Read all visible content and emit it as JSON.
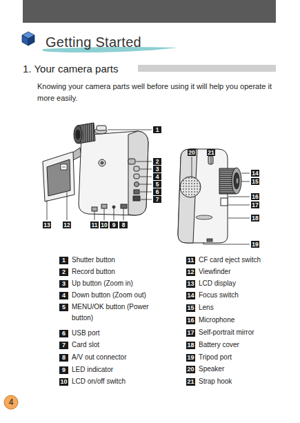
{
  "diagram": {
    "title": "Getting Started",
    "labels": [
      "1. Your camera parts",
      "Knowing your camera parts well before using it will help you operate it more easily.",
      "1",
      "2",
      "3",
      "4",
      "5",
      "6",
      "7",
      "8",
      "9",
      "10",
      "11",
      "12",
      "13",
      "14",
      "15",
      "16",
      "17",
      "18",
      "19",
      "20",
      "21",
      "1",
      "Shutter button",
      "2",
      "Record button",
      "3",
      "Up button (Zoom in)",
      "4",
      "Down button (Zoom out)",
      "5",
      "MENU/OK button (Power button)",
      "6",
      "USB port",
      "7",
      "Card slot",
      "8",
      "A/V out connector",
      "9",
      "LED indicator",
      "10",
      "LCD on/off switch",
      "11",
      "CF card eject switch",
      "12",
      "Viewfinder",
      "13",
      "LCD display",
      "14",
      "Focus switch",
      "15",
      "Lens",
      "16",
      "Microphone",
      "17",
      "Self-portrait mirror",
      "18",
      "Battery cover",
      "19",
      "Tripod port",
      "20",
      "Speaker",
      "21",
      "Strap hook",
      "4"
    ]
  }
}
